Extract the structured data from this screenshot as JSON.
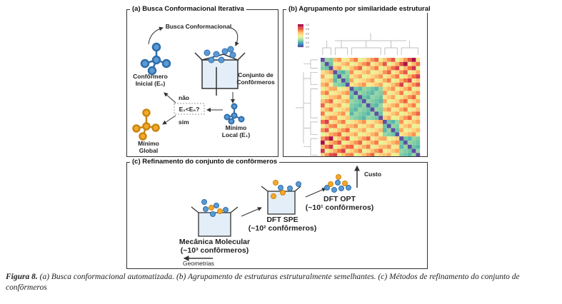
{
  "panel_a": {
    "title": "(a) Busca Conformacional Iterativa",
    "search": "Busca Conformacional",
    "initial": [
      "Confôrmero",
      "Inicial (E₀)"
    ],
    "set": [
      "Conjunto de",
      "Confôrmeros"
    ],
    "local": [
      "Mínimo",
      "Local (E₁)"
    ],
    "test": "E₁<E₀?",
    "no": "não",
    "yes": "sim",
    "global": [
      "Mínimo",
      "Global"
    ]
  },
  "panel_b": {
    "title": "(b) Agrupamento por similaridade estrutural",
    "cluster_sizes": [
      3,
      4,
      8,
      4,
      5
    ],
    "colorbar_ticks": [
      "1.0",
      "0.8",
      "0.6",
      "0.4",
      "0.2",
      "0.0"
    ]
  },
  "panel_c": {
    "title": "(c) Refinamento do conjunto de confôrmeros",
    "mm": [
      "Mecânica Molecular",
      "(~10³ confôrmeros)"
    ],
    "spe": [
      "DFT SPE",
      "(~10² confôrmeros)"
    ],
    "opt": [
      "DFT OPT",
      "(~10¹ confôrmeros)"
    ],
    "cost": "Custo",
    "geom": "Geometrias"
  },
  "caption": {
    "label": "Figura 8.",
    "text": "(a) Busca conformacional automatizada. (b) Agrupamento de estruturas estruturalmente semelhantes. (c) Métodos de refinamento do conjunto de confôrmeros"
  },
  "colors": {
    "blue": "#5b9bd5",
    "orange": "#f4a92a"
  }
}
